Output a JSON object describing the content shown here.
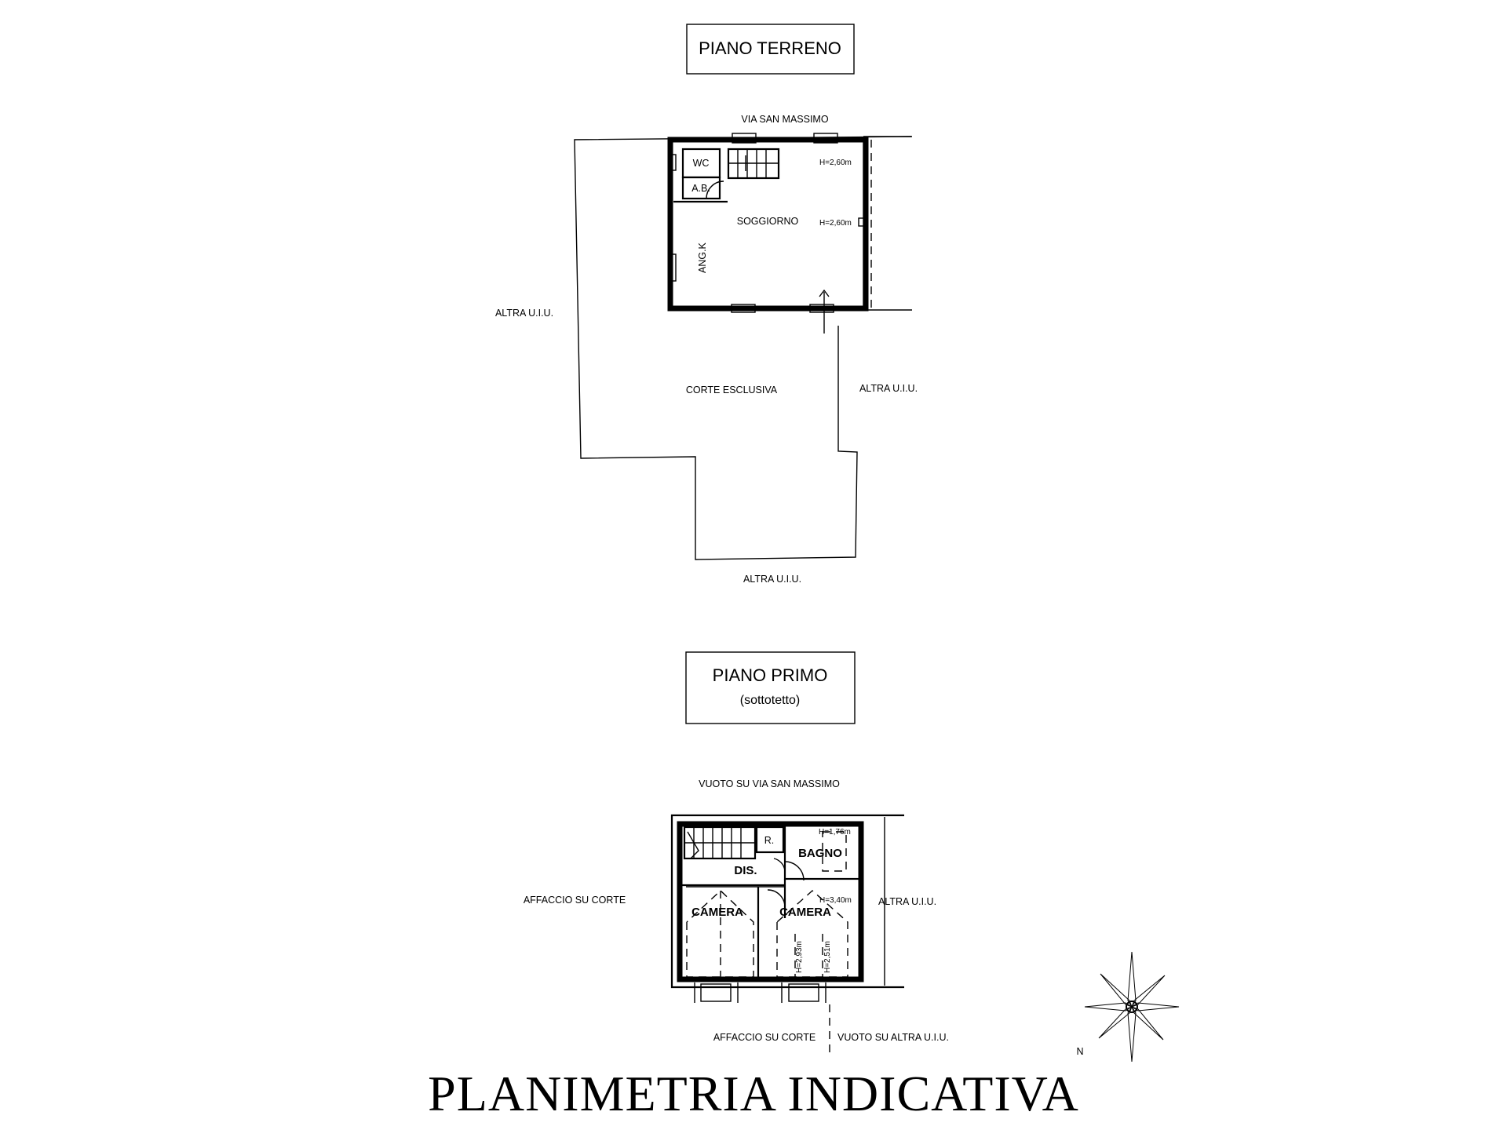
{
  "ground_floor": {
    "title": "PIANO TERRENO",
    "street": "VIA SAN MASSIMO",
    "rooms": {
      "wc": "WC",
      "ab": "A.B.",
      "living": "SOGGIORNO",
      "kitchen": "ANG.K"
    },
    "heights": [
      "H=2,60m",
      "H=2,60m"
    ],
    "courtyard": "CORTE ESCLUSIVA",
    "neighbors": {
      "left": "ALTRA U.I.U.",
      "right": "ALTRA U.I.U.",
      "bottom": "ALTRA U.I.U."
    }
  },
  "first_floor": {
    "title": "PIANO PRIMO",
    "subtitle": "(sottotetto)",
    "top_label": "VUOTO SU VIA SAN MASSIMO",
    "rooms": {
      "r": "R.",
      "bath": "BAGNO",
      "hall": "DIS.",
      "bedroom_left": "CAMERA",
      "bedroom_right": "CAMERA"
    },
    "heights": {
      "bath": "H=1,76m",
      "bedroom": "H=3,40m",
      "v1": "H=2,93m",
      "v2": "H=2,51m"
    },
    "left_label": "AFFACCIO SU CORTE",
    "right_label": "ALTRA U.I.U.",
    "bottom_left": "AFFACCIO SU CORTE",
    "bottom_right": "VUOTO SU ALTRA U.I.U."
  },
  "compass": {
    "letter": "N",
    "icon": "compass-rose-icon"
  },
  "footer_title": "PLANIMETRIA INDICATIVA"
}
